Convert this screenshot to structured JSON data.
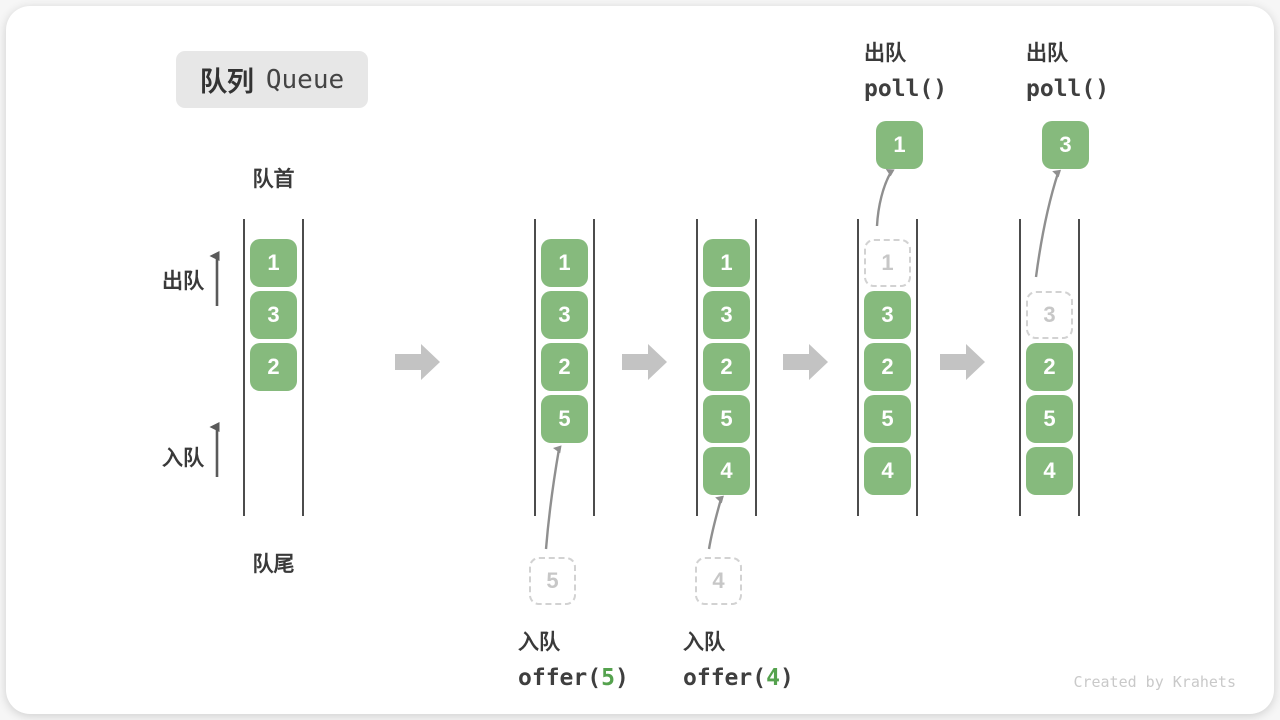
{
  "title": {
    "zh": "队列",
    "en": "Queue"
  },
  "labels": {
    "front": "队首",
    "rear": "队尾",
    "dequeue": "出队",
    "enqueue": "入队"
  },
  "columns": [
    {
      "boxes": [
        "1",
        "3",
        "2"
      ]
    },
    {
      "boxes": [
        "1",
        "3",
        "2",
        "5"
      ]
    },
    {
      "boxes": [
        "1",
        "3",
        "2",
        "5",
        "4"
      ]
    },
    {
      "ghost": "1",
      "boxes": [
        "3",
        "2",
        "5",
        "4"
      ]
    },
    {
      "ghost": "3",
      "boxes": [
        "2",
        "5",
        "4"
      ]
    }
  ],
  "ops": {
    "enqueue": [
      {
        "label": "入队",
        "fn": "offer(",
        "arg": "5",
        "close": ")",
        "ghost": "5"
      },
      {
        "label": "入队",
        "fn": "offer(",
        "arg": "4",
        "close": ")",
        "ghost": "4"
      }
    ],
    "dequeue": [
      {
        "label": "出队",
        "code": "poll()",
        "value": "1"
      },
      {
        "label": "出队",
        "code": "poll()",
        "value": "3"
      }
    ]
  },
  "colors": {
    "item_green": "#86ba7d",
    "accent_green": "#55a24e",
    "ghost_gray": "#d2d2d2",
    "arrow_gray": "#c3c3c3"
  },
  "footer": {
    "credit": "Created by Krahets"
  }
}
